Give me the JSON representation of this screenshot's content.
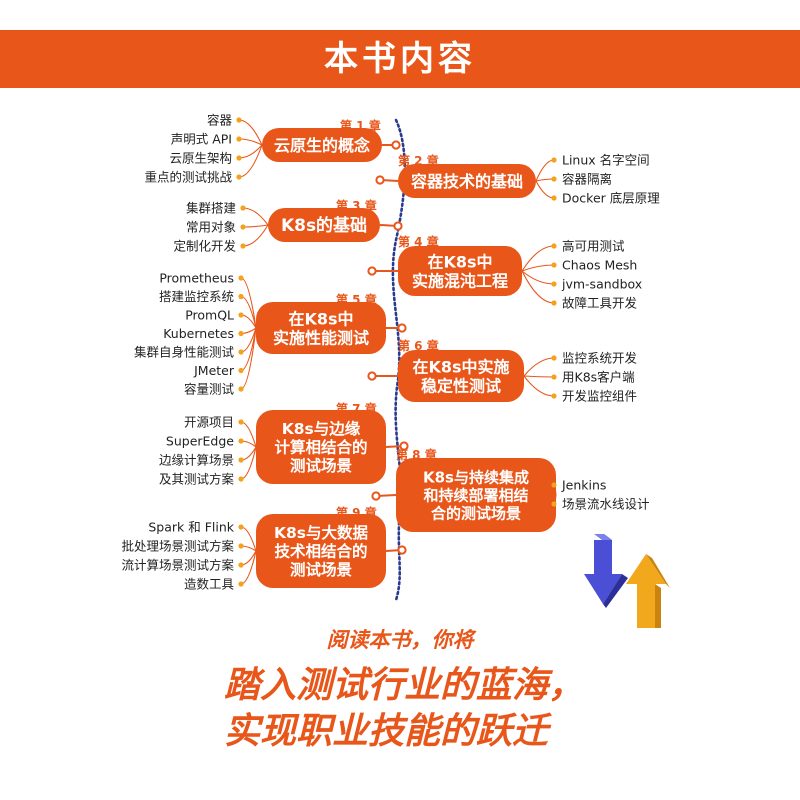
{
  "title": "本书内容",
  "chapters": [
    {
      "label": "第 1 章",
      "title_lines": [
        "云原生的概念"
      ],
      "items": [
        "容器",
        "声明式 API",
        "云原生架构",
        "重点的测试挑战"
      ]
    },
    {
      "label": "第 2 章",
      "title_lines": [
        "容器技术的基础"
      ],
      "items": [
        "Linux 名字空间",
        "容器隔离",
        "Docker 底层原理"
      ]
    },
    {
      "label": "第 3 章",
      "title_lines": [
        "K8s的基础"
      ],
      "items": [
        "集群搭建",
        "常用对象",
        "定制化开发"
      ]
    },
    {
      "label": "第 4 章",
      "title_lines": [
        "在K8s中",
        "实施混沌工程"
      ],
      "items": [
        "高可用测试",
        "Chaos Mesh",
        "jvm-sandbox",
        "故障工具开发"
      ]
    },
    {
      "label": "第 5 章",
      "title_lines": [
        "在K8s中",
        "实施性能测试"
      ],
      "items": [
        "Prometheus",
        "搭建监控系统",
        "PromQL",
        "Kubernetes",
        "集群自身性能测试",
        "JMeter",
        "容量测试"
      ]
    },
    {
      "label": "第 6 章",
      "title_lines": [
        "在K8s中实施",
        "稳定性测试"
      ],
      "items": [
        "监控系统开发",
        "用K8s客户端",
        "开发监控组件"
      ]
    },
    {
      "label": "第 7 章",
      "title_lines": [
        "K8s与边缘",
        "计算相结合的",
        "测试场景"
      ],
      "items": [
        "开源项目",
        "SuperEdge",
        "边缘计算场景",
        "及其测试方案"
      ]
    },
    {
      "label": "第 8 章",
      "title_lines": [
        "K8s与持续集成",
        "和持续部署相结",
        "合的测试场景"
      ],
      "items": [
        "Jenkins",
        "场景流水线设计"
      ]
    },
    {
      "label": "第 9 章",
      "title_lines": [
        "K8s与大数据",
        "技术相结合的",
        "测试场景"
      ],
      "items": [
        "Spark 和 Flink",
        "批处理场景测试方案",
        "流计算场景测试方案",
        "造数工具"
      ]
    }
  ],
  "tagline": "阅读本书，你将",
  "slogan_lines": [
    "踏入测试行业的蓝海，",
    "实现职业技能的跃迁"
  ],
  "colors": {
    "accent": "#e8561a",
    "spine": "#2a3a8c",
    "leaf_dot": "#f4a11c",
    "arrow_down": "#4a4fd6",
    "arrow_up": "#f2a81c"
  }
}
